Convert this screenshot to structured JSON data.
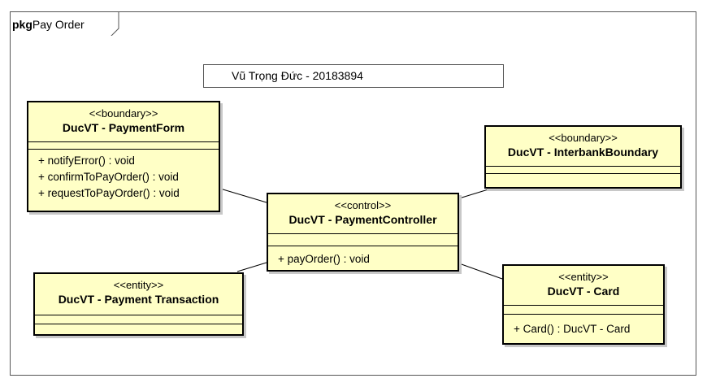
{
  "package": {
    "keyword": "pkg",
    "name": "Pay Order"
  },
  "note": {
    "text": "Vũ Trọng Đức - 20183894"
  },
  "classes": {
    "payment_form": {
      "stereotype": "<<boundary>>",
      "name": "DucVT - PaymentForm",
      "operations": [
        "+ notifyError() : void",
        "+ confirmToPayOrder() : void",
        "+ requestToPayOrder() : void"
      ]
    },
    "interbank_boundary": {
      "stereotype": "<<boundary>>",
      "name": "DucVT - InterbankBoundary"
    },
    "payment_controller": {
      "stereotype": "<<control>>",
      "name": "DucVT - PaymentController",
      "operations": [
        "+ payOrder() : void"
      ]
    },
    "payment_transaction": {
      "stereotype": "<<entity>>",
      "name": "DucVT - Payment Transaction"
    },
    "card": {
      "stereotype": "<<entity>>",
      "name": "DucVT - Card",
      "operations": [
        "+ Card() : DucVT - Card"
      ]
    }
  },
  "colors": {
    "class_fill": "#ffffc6",
    "class_border": "#000000",
    "shadow": "#c8c8c8"
  }
}
